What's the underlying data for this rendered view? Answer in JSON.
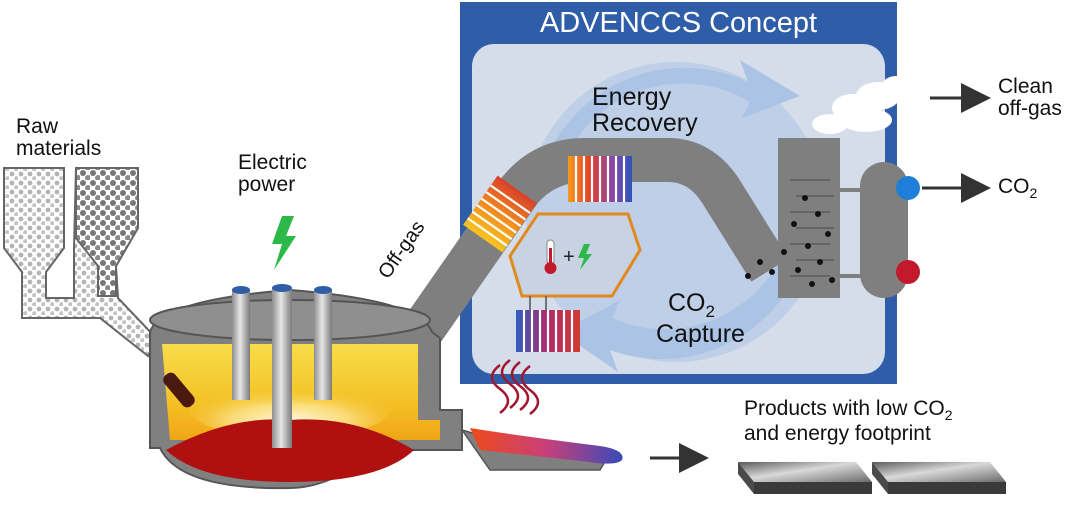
{
  "concept": {
    "title": "ADVENCCS Concept"
  },
  "labels": {
    "raw_materials": [
      "Raw",
      "materials"
    ],
    "electric_power": [
      "Electric",
      "power"
    ],
    "off_gas": "Off-gas",
    "energy_recovery": [
      "Energy",
      "Recovery"
    ],
    "co2_capture": {
      "co": "CO",
      "sub": "2",
      "rest": "Capture"
    },
    "clean_off_gas": [
      "Clean",
      "off-gas"
    ],
    "co2_out": {
      "co": "CO",
      "sub": "2"
    },
    "products": {
      "line1": "Products with low CO",
      "sub": "2",
      "line2": "and energy footprint"
    }
  },
  "colors": {
    "concept_border": "#2f5da8",
    "concept_inner": "#d4dde9",
    "circle": "#a9c3e6",
    "pipe": "#7f7f7f",
    "furnace_body": "#808080",
    "melt": "#b01010",
    "fire": "#f2b820",
    "lightning": "#2db84a",
    "dot_blue": "#1e7fd8",
    "dot_red": "#c21a2c",
    "exchanger_border": "#e08a1e"
  },
  "icons": [
    "lightning-icon",
    "thermometer-icon",
    "cloud-icon",
    "arrow-right-icon"
  ]
}
